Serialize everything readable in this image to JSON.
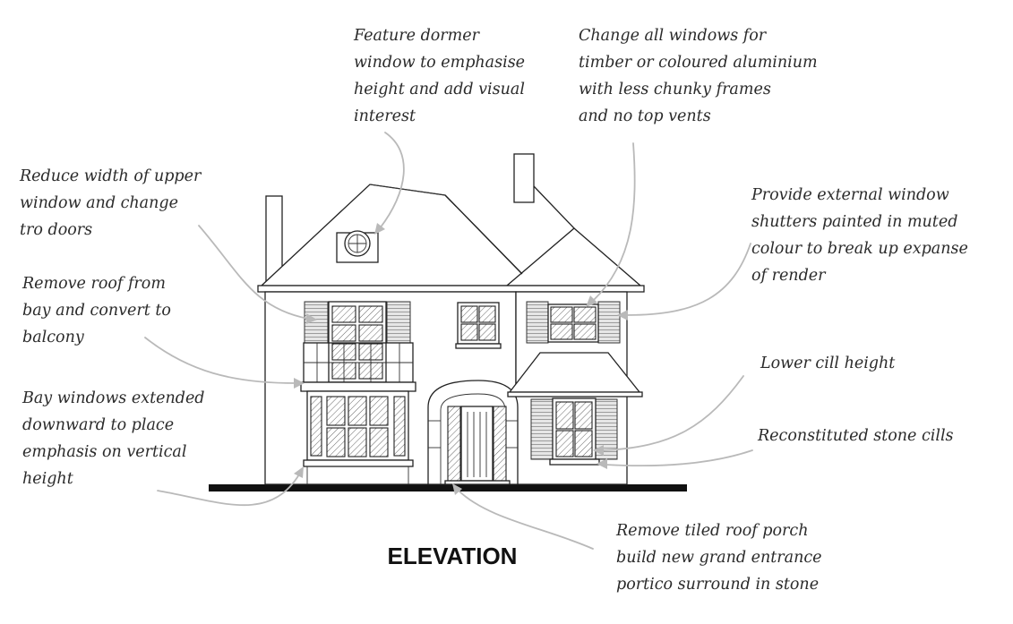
{
  "title": "ELEVATION",
  "annotations": {
    "dormer": "Feature dormer\nwindow to emphasise\nheight and add visual\ninterest",
    "windows": "Change all windows for\ntimber or coloured aluminium\nwith less chunky frames\nand no top vents",
    "upper_window": "Reduce width of upper\nwindow and change\ntro doors",
    "shutters": "Provide external window\nshutters painted in muted\ncolour to break up expanse\nof render",
    "bay_roof": "Remove roof from\nbay and convert to\nbalcony",
    "cill_height": "Lower cill height",
    "bay_windows": "Bay windows extended\ndownward to place\nemphasis on vertical\nheight",
    "stone_cills": "Reconstituted stone cills",
    "porch": "Remove tiled roof porch\nbuild new grand entrance\nportico surround in stone"
  }
}
